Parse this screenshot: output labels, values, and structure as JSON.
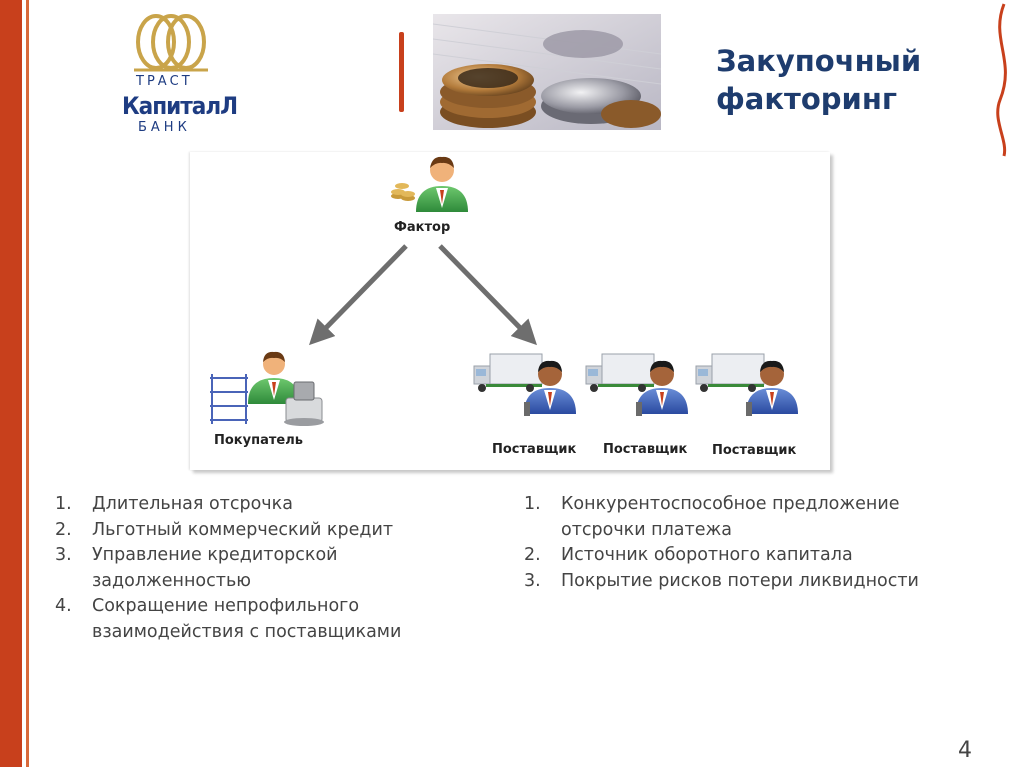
{
  "header": {
    "title_line1": "Закупочный",
    "title_line2": "факторинг"
  },
  "logo": {
    "line1": "ТРАСТ",
    "line2": "КапиталЛ",
    "line3": "БАНК"
  },
  "diagram": {
    "factor_label": "Фактор",
    "buyer_label": "Покупатель",
    "suppliers": [
      "Поставщик",
      "Поставщик",
      "Поставщик"
    ]
  },
  "list_left": [
    {
      "num": "1.",
      "text": "Длительная отсрочка"
    },
    {
      "num": "2.",
      "text": "Льготный коммерческий кредит"
    },
    {
      "num": "3.",
      "text": "Управление кредиторской задолженностью"
    },
    {
      "num": "4.",
      "text": "Сокращение непрофильного взаимодействия с поставщиками"
    }
  ],
  "list_right": [
    {
      "num": "1.",
      "text": "Конкурентоспособное предложение отсрочки платежа"
    },
    {
      "num": "2.",
      "text": "Источник оборотного капитала"
    },
    {
      "num": "3.",
      "text": "Покрытие рисков потери ликвидности"
    }
  ],
  "page_number": "4",
  "colors": {
    "accent_red": "#c8401c",
    "title_blue": "#1e3c6e",
    "logo_gold": "#c9a44a"
  }
}
